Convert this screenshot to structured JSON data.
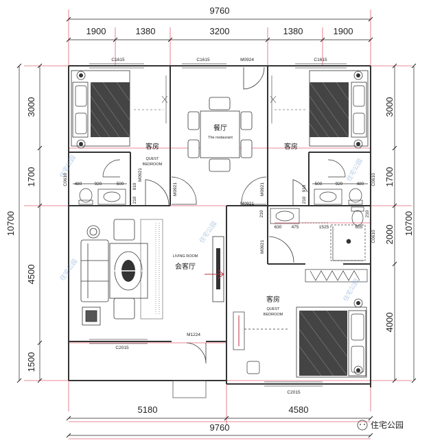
{
  "dimensions": {
    "top_total": "9760",
    "top_segments": [
      "1900",
      "1380",
      "3200",
      "1380",
      "1900"
    ],
    "bottom_segments": [
      "5180",
      "4580"
    ],
    "bottom_total": "9760",
    "left_segments": [
      "3000",
      "1700",
      "4500",
      "1500"
    ],
    "left_total": "10700",
    "right_segments": [
      "3000",
      "1700",
      "2000",
      "4000"
    ],
    "right_total": "10700"
  },
  "windows": {
    "c1615_left": "C1615",
    "c1615_mid": "C1615",
    "c1615_right": "C1615",
    "c2015_left": "C2015",
    "c2015_right": "C2015"
  },
  "doors": {
    "m0924": "M0924",
    "m0921_1": "M0921",
    "m0921_2": "M0921",
    "m0921_3": "M0921",
    "m0921_4": "M0921",
    "m0921_5": "M0921",
    "m1224": "M1224"
  },
  "bath_labels": {
    "c0610_left": "C0610",
    "c0610_right": "C0610",
    "c0610_lower": "C0610",
    "d480_left": "480",
    "d920_left": "920",
    "d500_left": "500",
    "d500_right": "500",
    "d920_right": "920",
    "d480_right": "480",
    "d630": "630",
    "d475": "475",
    "d1525": "1525",
    "d655": "655",
    "v910_l": "910",
    "v210_l": "210",
    "v210_r": "210",
    "v910_r": "910",
    "v210_m": "210",
    "v210_m2": "210"
  },
  "rooms": {
    "guest_left_cn": "客房",
    "guest_left_en1": "QUEST",
    "guest_left_en2": "BEDROOM",
    "dining_cn": "餐厅",
    "dining_en": "The restaurant",
    "guest_right_cn": "客房",
    "living_en": "LIVING ROOM",
    "living_cn": "会客厅",
    "guest_lower_cn": "客房",
    "guest_lower_en1": "QUEST",
    "guest_lower_en2": "BEDROOM"
  },
  "watermark": "住宅公园",
  "brand": "住宅公园",
  "colors": {
    "dim_line": "#e06070",
    "wall": "#333333",
    "watermark": "#7aa0d0"
  }
}
